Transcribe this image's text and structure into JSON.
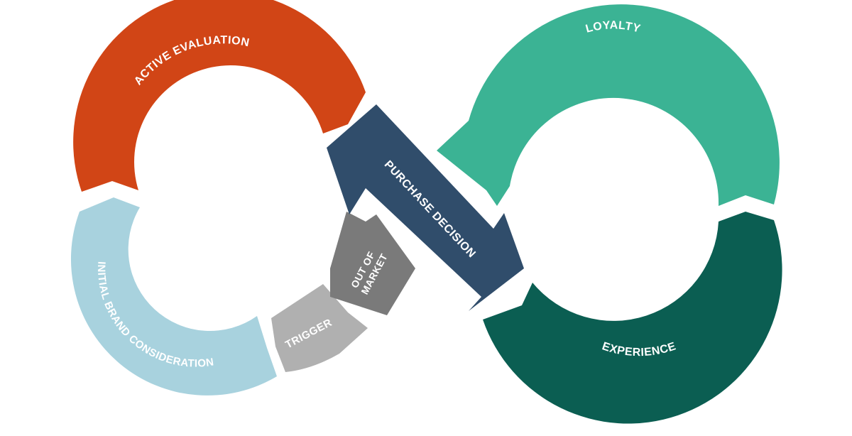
{
  "diagram": {
    "segments": {
      "active_evaluation": {
        "label": "ACTIVE EVALUATION",
        "color": "#d14516"
      },
      "initial_brand_consideration": {
        "label": "INITIAL BRAND CONSIDERATION",
        "color": "#a8d2de"
      },
      "trigger": {
        "label": "TRIGGER",
        "color": "#b0b0b0"
      },
      "out_of_market": {
        "line1": "OUT OF",
        "line2": "MARKET",
        "color": "#7a7a7a"
      },
      "purchase_decision": {
        "label": "PURCHASE DECISION",
        "color": "#304d6b"
      },
      "loyalty": {
        "label": "LOYALTY",
        "color": "#3bb394"
      },
      "experience": {
        "label": "EXPERIENCE",
        "color": "#0b5e52"
      }
    }
  }
}
